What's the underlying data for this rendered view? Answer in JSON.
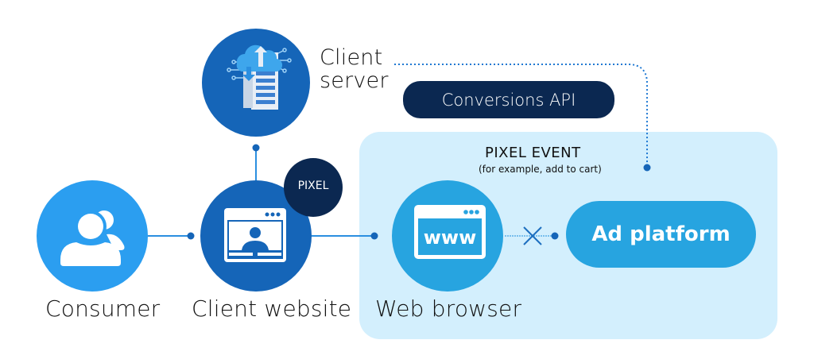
{
  "nodes": {
    "consumer": {
      "label": "Consumer",
      "icon": "users-icon",
      "color": "#2b9ef0"
    },
    "client_website": {
      "label": "Client website",
      "icon": "website-profile-icon",
      "color": "#1565b8"
    },
    "client_server": {
      "label_line1": "Client",
      "label_line2": "server",
      "icon": "cloud-server-icon",
      "color": "#1565b8"
    },
    "web_browser": {
      "label": "Web browser",
      "icon": "www-browser-icon",
      "icon_text": "www",
      "color": "#27a4e0"
    },
    "ad_platform": {
      "label": "Ad platform",
      "color": "#27a4e0"
    }
  },
  "badges": {
    "pixel": {
      "label": "PIXEL",
      "color": "#0b2851"
    },
    "conversions_api": {
      "label": "Conversions API",
      "color": "#0b2851"
    }
  },
  "panel": {
    "title": "PIXEL EVENT",
    "subtitle": "(for example, add to cart)",
    "color": "#d3effd"
  },
  "connectors": {
    "line_color": "#1e78d2",
    "blocked_marker": "x-mark"
  }
}
